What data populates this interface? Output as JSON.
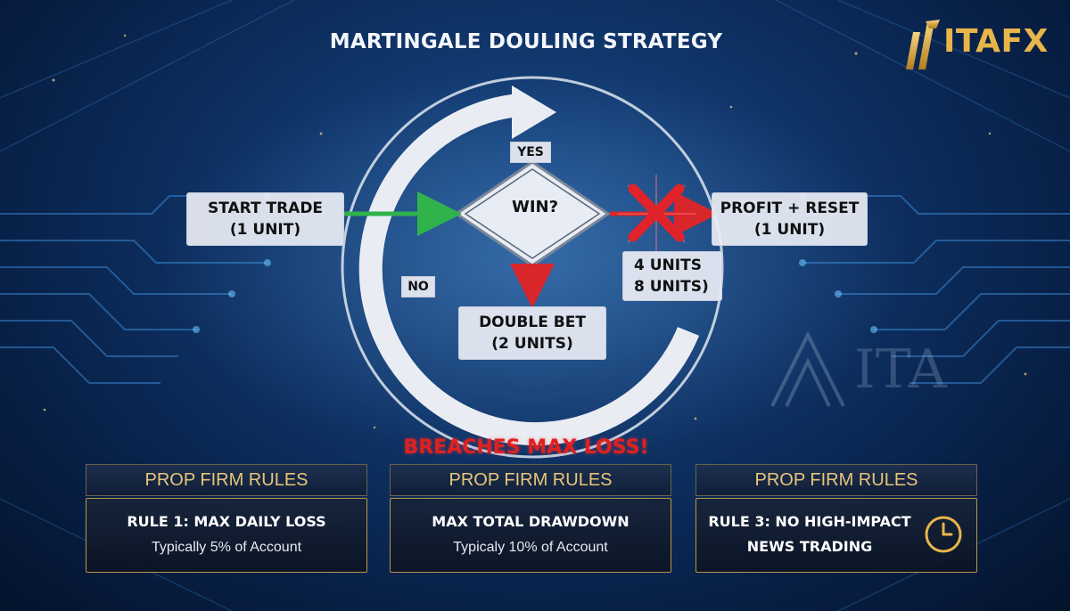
{
  "title": "MARTINGALE DOULING STRATEGY",
  "logo": {
    "text": "ITAFX",
    "icon": "itafx-logo-mark-icon"
  },
  "watermark": "ITA",
  "flow": {
    "start": {
      "line1": "START TRADE",
      "line2": "(1 UNIT)"
    },
    "decision": "WIN?",
    "yes_label": "YES",
    "no_label": "NO",
    "profit": {
      "line1": "PROFIT + RESET",
      "line2": "(1 UNIT)"
    },
    "double": {
      "line1": "DOUBLE BET",
      "line2": "(2 UNITS)"
    },
    "escalation": {
      "line1": "4 UNITS",
      "line2": "8 UNITS)"
    },
    "warning": "BREACHES MAX LOSS!"
  },
  "rules": [
    {
      "header": "PROP FIRM RULES",
      "title": "RULE 1: MAX DAILY LOSS",
      "subtitle": "Typically 5% of Account"
    },
    {
      "header": "PROP FIRM RULES",
      "title": "MAX TOTAL DRAWDOWN",
      "subtitle": "Typicaly 10% of Account"
    },
    {
      "header": "PROP FIRM RULES",
      "title_line1": "RULE 3: NO HIGH-IMPACT",
      "title_line2": "NEWS TRADING",
      "icon": "clock-icon"
    }
  ],
  "colors": {
    "accent_gold": "#e8b54a",
    "arrow_green": "#2fb34a",
    "arrow_red": "#d8262a",
    "cycle_white": "#e9edf3"
  }
}
